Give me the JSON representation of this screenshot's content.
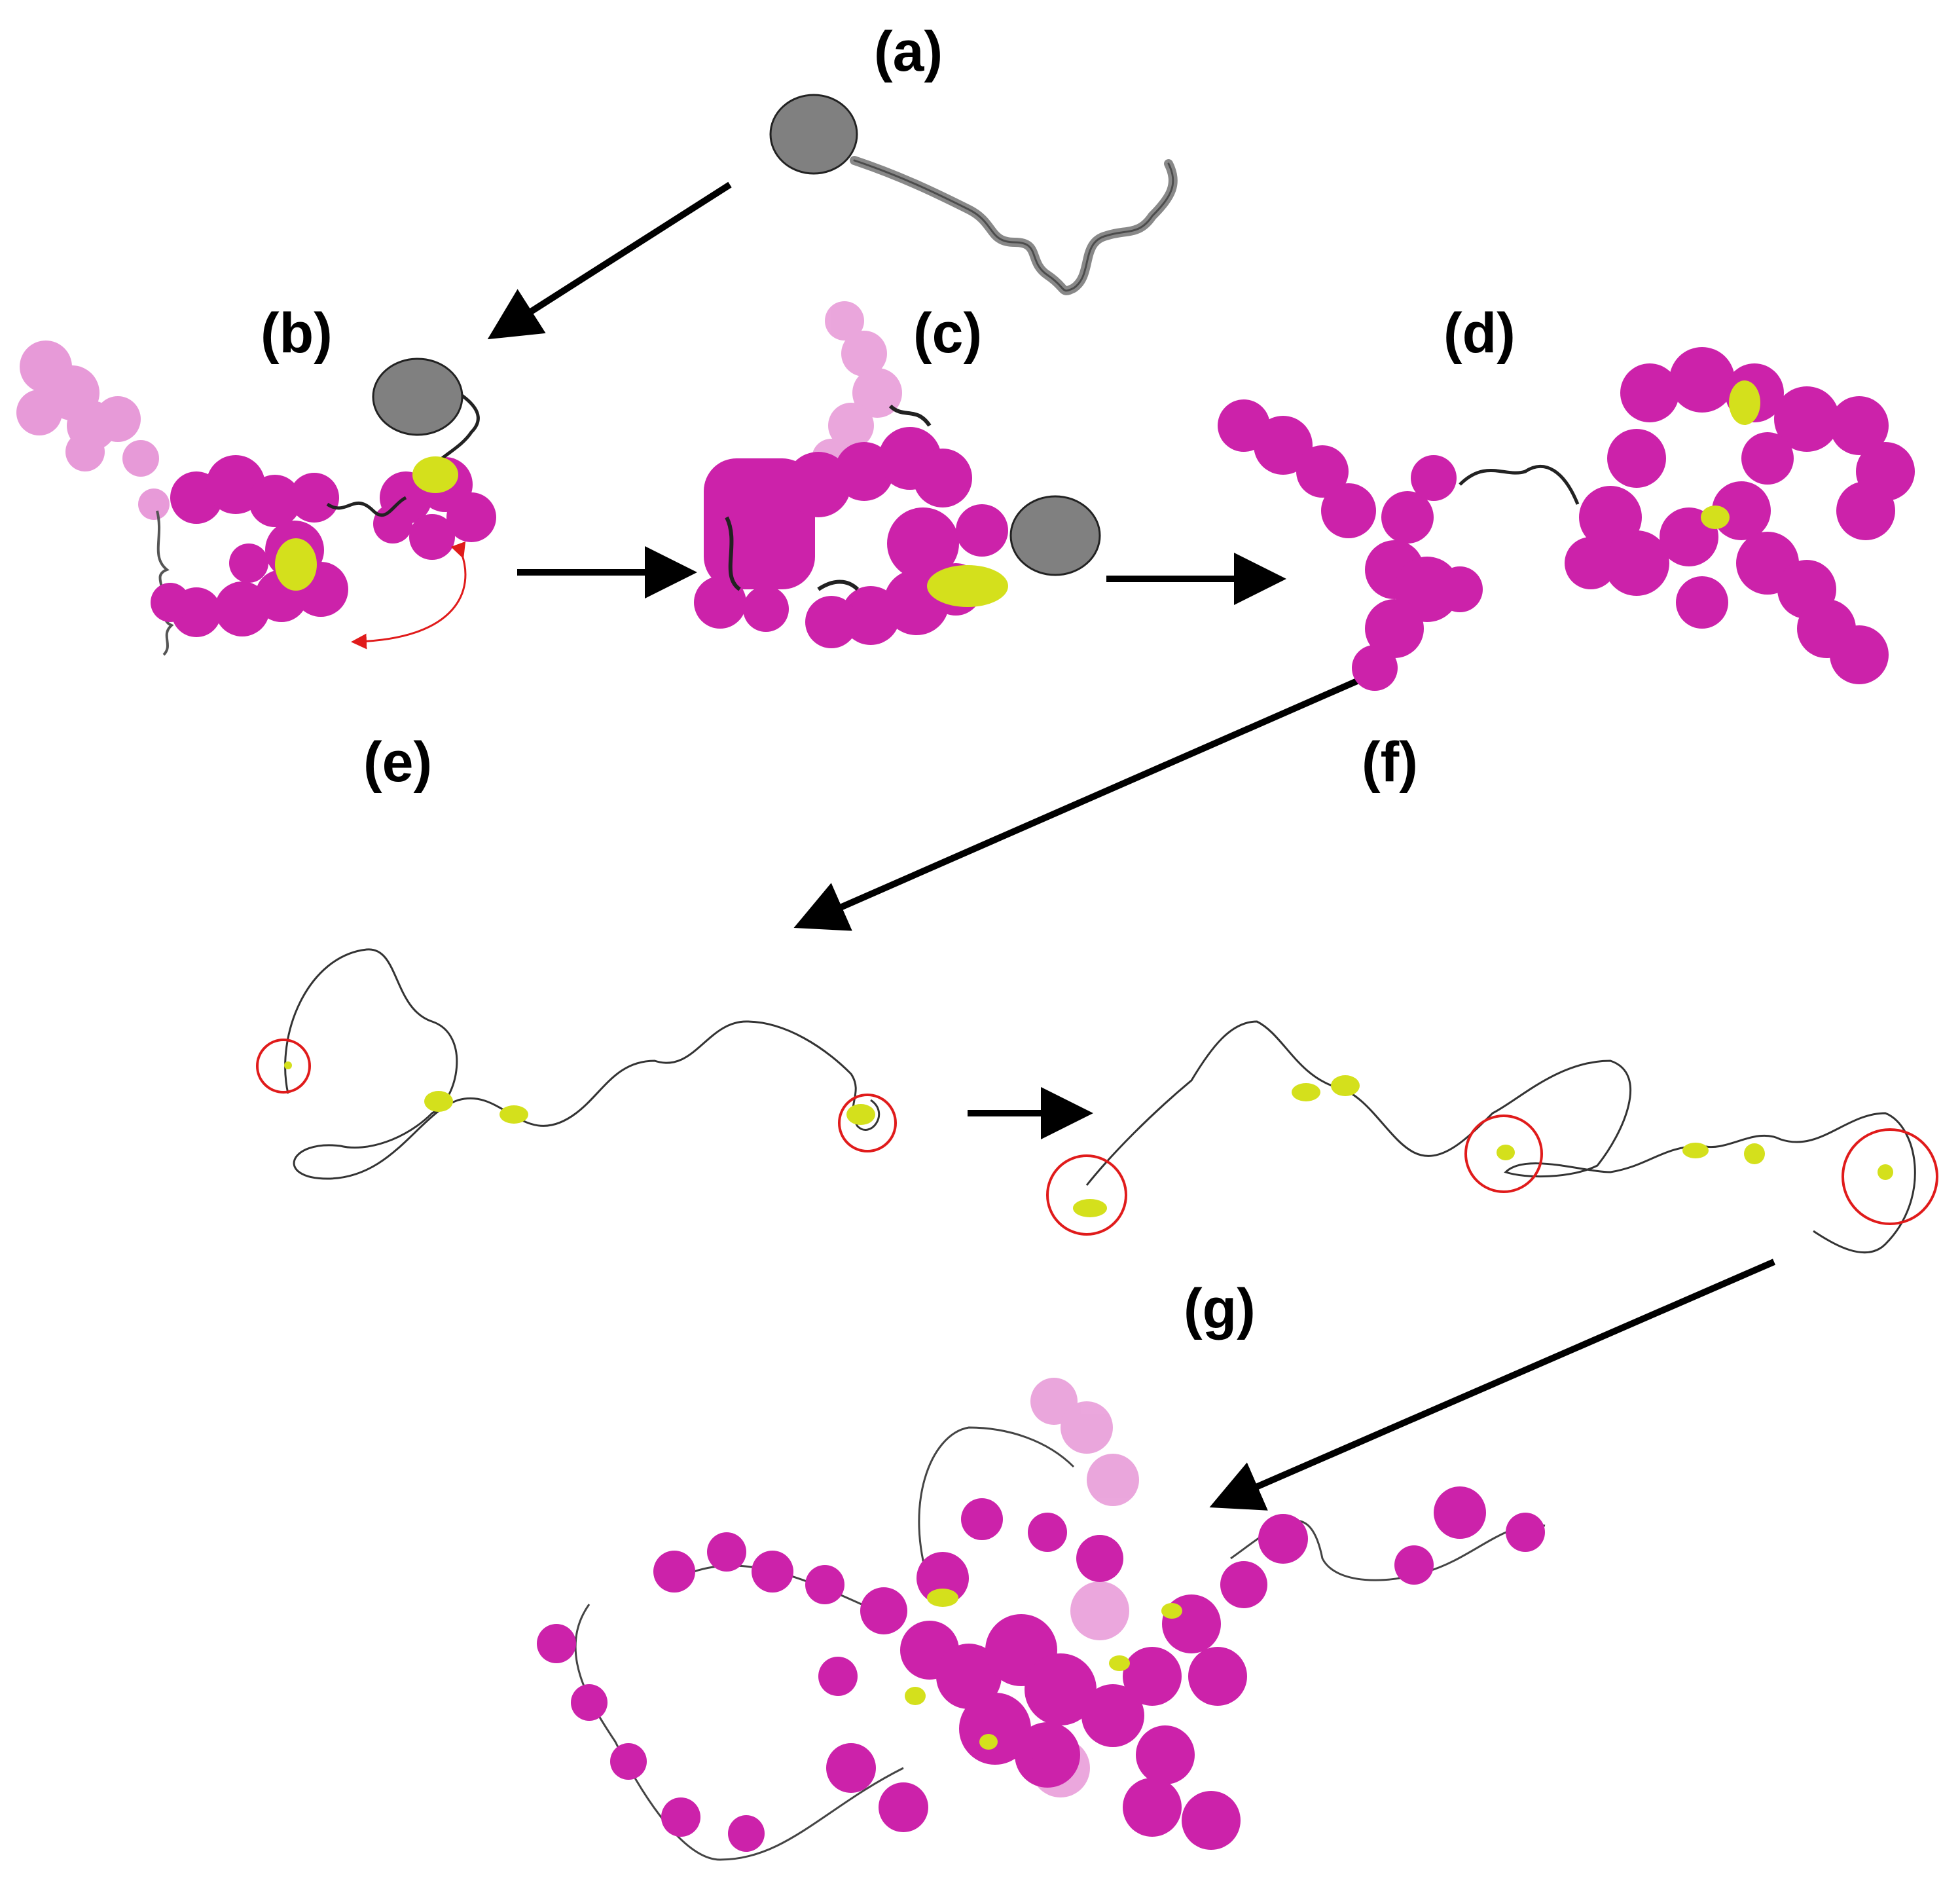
{
  "panels": {
    "a": {
      "label": "(a)"
    },
    "b": {
      "label": "(b)"
    },
    "c": {
      "label": "(c)"
    },
    "d": {
      "label": "(d)"
    },
    "e": {
      "label": "(e)"
    },
    "f": {
      "label": "(f)"
    },
    "g": {
      "label": "(g)"
    }
  },
  "colors": {
    "surface": "#cc22aa",
    "surface_faded": "#d98bcc",
    "highlight": "#d4e01c",
    "backbone": "#222222",
    "particle": "#808080",
    "marker_circle": "#e01b1b",
    "arrow": "#000000"
  }
}
